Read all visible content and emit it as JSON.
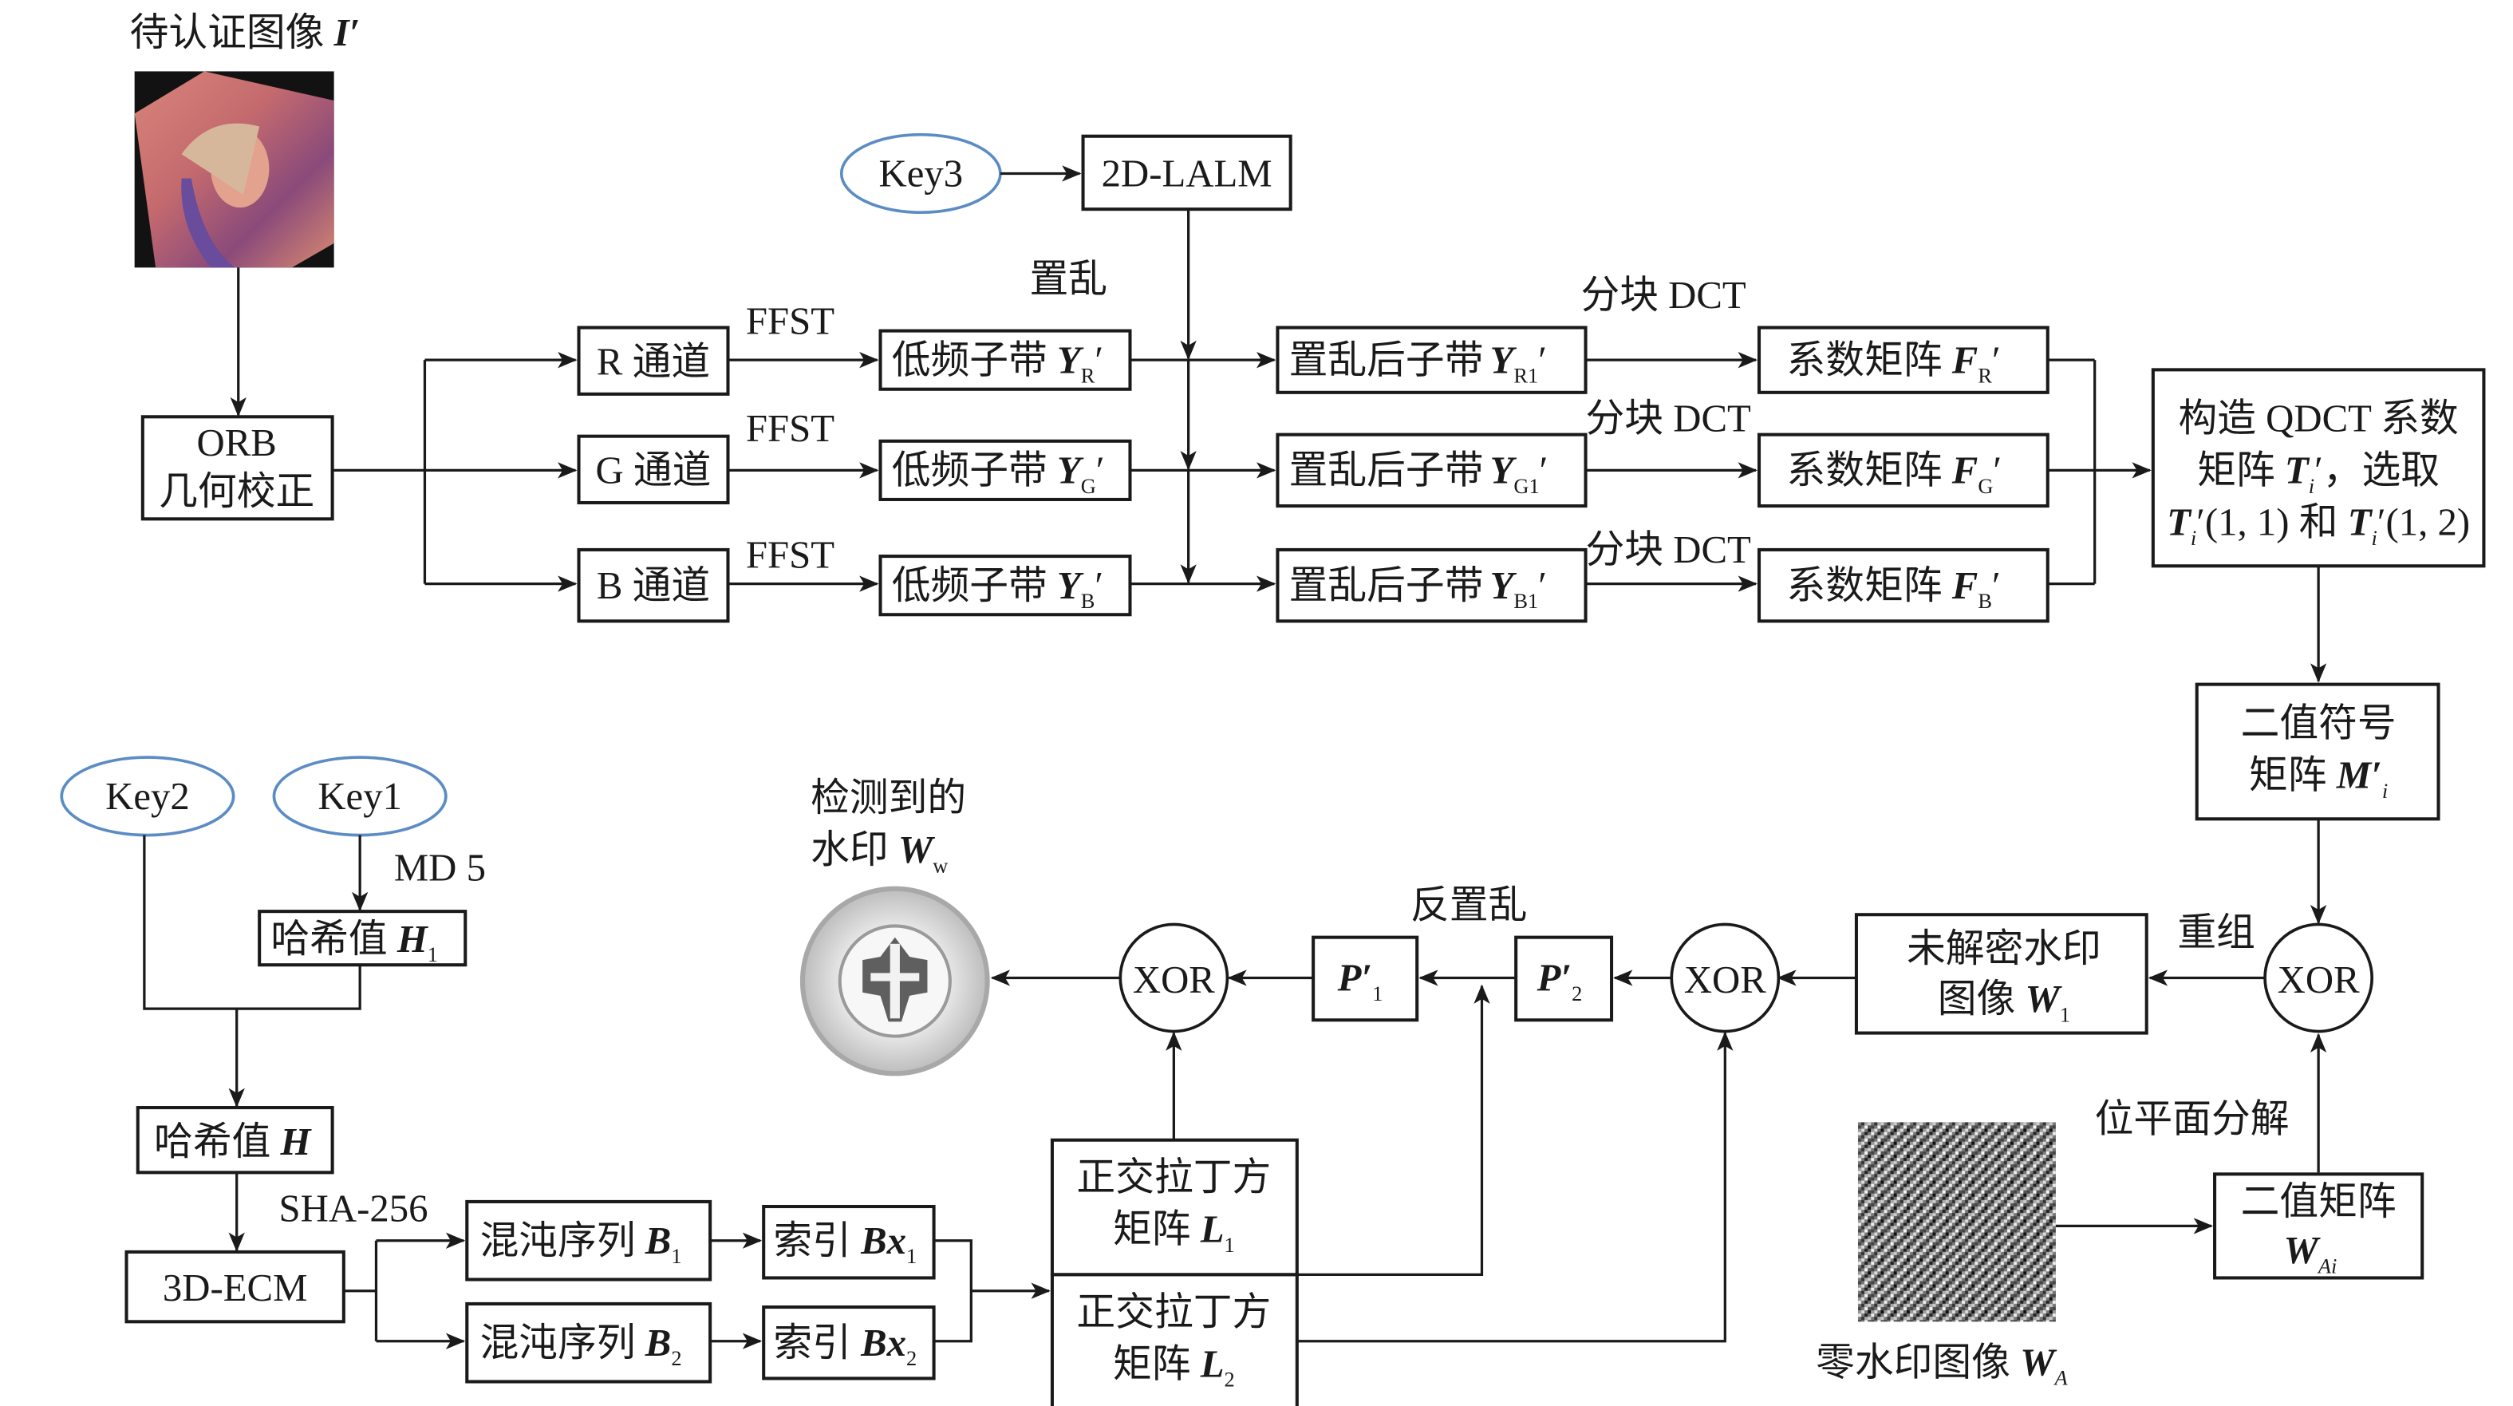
{
  "title": {
    "text": "待认证图像",
    "symbol": "I′"
  },
  "colors": {
    "stroke": "#1a1a1a",
    "key_ellipse": "#5b8cc4"
  },
  "input_image": {
    "description": "rotated color test image (Lena)"
  },
  "orb": {
    "line1": "ORB",
    "line2": "几何校正"
  },
  "channels": [
    {
      "label": "R 通道",
      "transform": "FFST",
      "subband": "低频子带",
      "sym": "Y",
      "sub": "R",
      "prime": "′",
      "scr": "置乱后子带",
      "scr_sub": "R1",
      "dct": "分块 DCT",
      "coef": "系数矩阵",
      "coef_sym": "F",
      "coef_sub": "R"
    },
    {
      "label": "G 通道",
      "transform": "FFST",
      "subband": "低频子带",
      "sym": "Y",
      "sub": "G",
      "prime": "′",
      "scr": "置乱后子带",
      "scr_sub": "G1",
      "dct": "分块 DCT",
      "coef": "系数矩阵",
      "coef_sym": "F",
      "coef_sub": "G"
    },
    {
      "label": "B 通道",
      "transform": "FFST",
      "subband": "低频子带",
      "sym": "Y",
      "sub": "B",
      "prime": "′",
      "scr": "置乱后子带",
      "scr_sub": "B1",
      "dct": "分块 DCT",
      "coef": "系数矩阵",
      "coef_sym": "F",
      "coef_sub": "B"
    }
  ],
  "key3": "Key3",
  "lalm": "2D-LALM",
  "scramble_label": "置乱",
  "qdct": {
    "line1": "构造 QDCT 系数",
    "line2a": "矩阵 ",
    "line2sym": "T",
    "line2sub": "i",
    "line2b": "′，选取",
    "line3": "(1, 1) 和 ",
    "line3b": "(1, 2)"
  },
  "binary_sign": {
    "line1": "二值符号",
    "line2": "矩阵 ",
    "sym": "M′",
    "sub": "i"
  },
  "xor_label": "XOR",
  "regroup_label": "重组",
  "undecrypted": {
    "line1": "未解密水印",
    "line2": "图像 ",
    "sym": "W",
    "sub": "1"
  },
  "bitplane_label": "位平面分解",
  "binary_matrix": {
    "line1": "二值矩阵",
    "sym": "W",
    "sub": "Ai"
  },
  "zero_watermark": {
    "label": "零水印图像 ",
    "sym": "W",
    "sub": "A"
  },
  "inverse_scramble_label": "反置乱",
  "p1": {
    "sym": "P′",
    "sub": "1"
  },
  "p2": {
    "sym": "P′",
    "sub": "2"
  },
  "latin1": {
    "line1": "正交拉丁方",
    "line2": "矩阵 ",
    "sym": "L",
    "sub": "1"
  },
  "latin2": {
    "line1": "正交拉丁方",
    "line2": "矩阵 ",
    "sym": "L",
    "sub": "2"
  },
  "detected": {
    "line1": "检测到的",
    "line2": "水印 ",
    "sym": "W",
    "sub": "w"
  },
  "key2": "Key2",
  "key1": "Key1",
  "md5_label": "MD 5",
  "hash1": {
    "text": "哈希值 ",
    "sym": "H",
    "sub": "1"
  },
  "hash": {
    "text": "哈希值 ",
    "sym": "H"
  },
  "sha_label": "SHA-256",
  "ecm": "3D-ECM",
  "chaos1": {
    "text": "混沌序列 ",
    "sym": "B",
    "sub": "1"
  },
  "chaos2": {
    "text": "混沌序列 ",
    "sym": "B",
    "sub": "2"
  },
  "index1": {
    "text": "索引 ",
    "sym": "Bx",
    "sub": "1"
  },
  "index2": {
    "text": "索引 ",
    "sym": "Bx",
    "sub": "2"
  }
}
